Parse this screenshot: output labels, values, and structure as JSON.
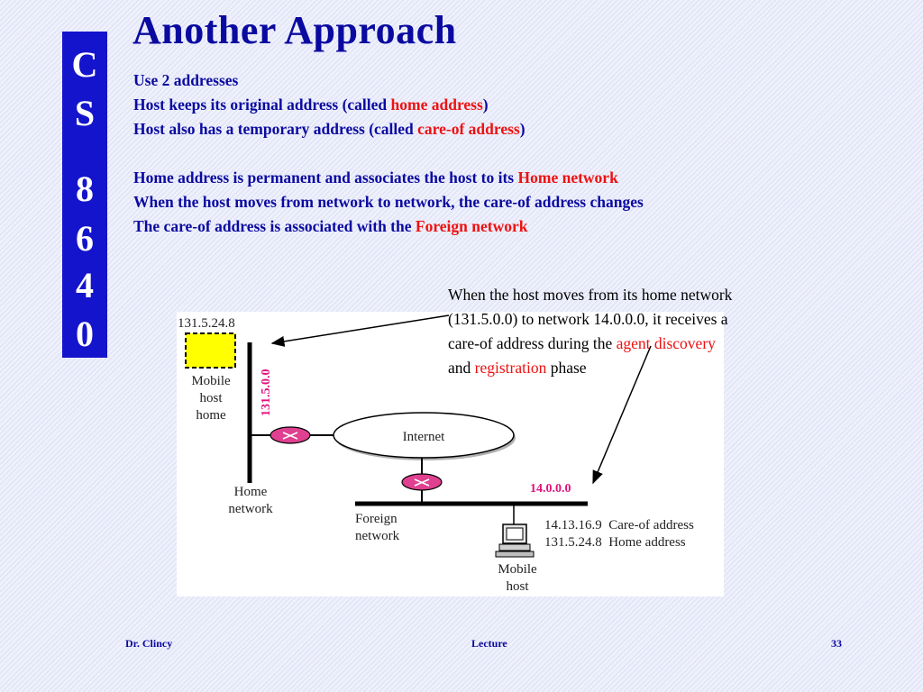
{
  "sidebar": {
    "chars": [
      "C",
      "S",
      "8",
      "6",
      "4",
      "0"
    ]
  },
  "title": "Another Approach",
  "bullets": [
    [
      {
        "t": "Use 2 addresses"
      }
    ],
    [
      {
        "t": "Host keeps its original address (called "
      },
      {
        "t": "home address",
        "red": true
      },
      {
        "t": ")"
      }
    ],
    [
      {
        "t": "Host also has a temporary address (called "
      },
      {
        "t": "care-of address",
        "red": true
      },
      {
        "t": ")"
      }
    ],
    [],
    [
      {
        "t": "Home address is permanent and associates the host to its "
      },
      {
        "t": "Home network",
        "red": true
      }
    ],
    [
      {
        "t": "When the host moves from network to network, the care-of address changes"
      }
    ],
    [
      {
        "t": "The care-of address is associated with the "
      },
      {
        "t": "Foreign network",
        "red": true
      }
    ]
  ],
  "note": {
    "line1": "When the host moves from its home network",
    "line2": "(131.5.0.0) to network 14.0.0.0, it receives a",
    "line3_pre": "care-of address during the ",
    "line3_red": "agent discovery",
    "line4_pre": "and ",
    "line4_red": "registration",
    "line4_post": " phase"
  },
  "figure": {
    "home_ip": "131.5.24.8",
    "mobile_home_label": [
      "Mobile",
      "host",
      "home"
    ],
    "home_net_addr": "131.5.0.0",
    "internet_label": "Internet",
    "home_network_label": [
      "Home",
      "network"
    ],
    "foreign_net_addr": "14.0.0.0",
    "foreign_network_label": [
      "Foreign",
      "network"
    ],
    "care_of_ip": "14.13.16.9",
    "care_of_text": "Care-of address",
    "home_addr_ip": "131.5.24.8",
    "home_addr_text": "Home address",
    "mobile_host_label": [
      "Mobile",
      "host"
    ]
  },
  "footer": {
    "left": "Dr. Clincy",
    "center": "Lecture",
    "right": "33"
  },
  "colors": {
    "blue": "#0a0aa0",
    "red": "#ee1111",
    "magenta": "#e0117f",
    "sidebar": "#1414cc",
    "host_yellow": "#ffff00",
    "router": "#e04090"
  }
}
